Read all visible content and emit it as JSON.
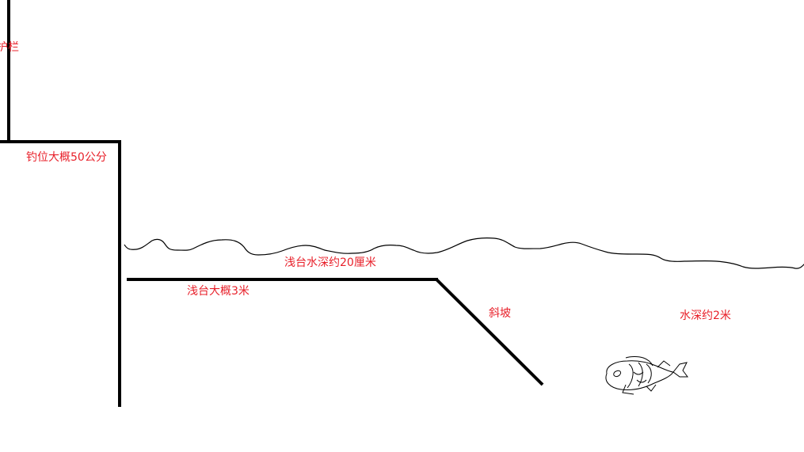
{
  "colors": {
    "line": "#000000",
    "label": "#e8202a",
    "background": "#ffffff"
  },
  "labels": {
    "railing": "护栏",
    "fishing_spot": "钓位大概50公分",
    "shallow_depth": "浅台水深约20厘米",
    "shallow_width": "浅台大概3米",
    "slope": "斜坡",
    "deep_water": "水深约2米"
  },
  "icons": {
    "fish": "fish-icon"
  }
}
